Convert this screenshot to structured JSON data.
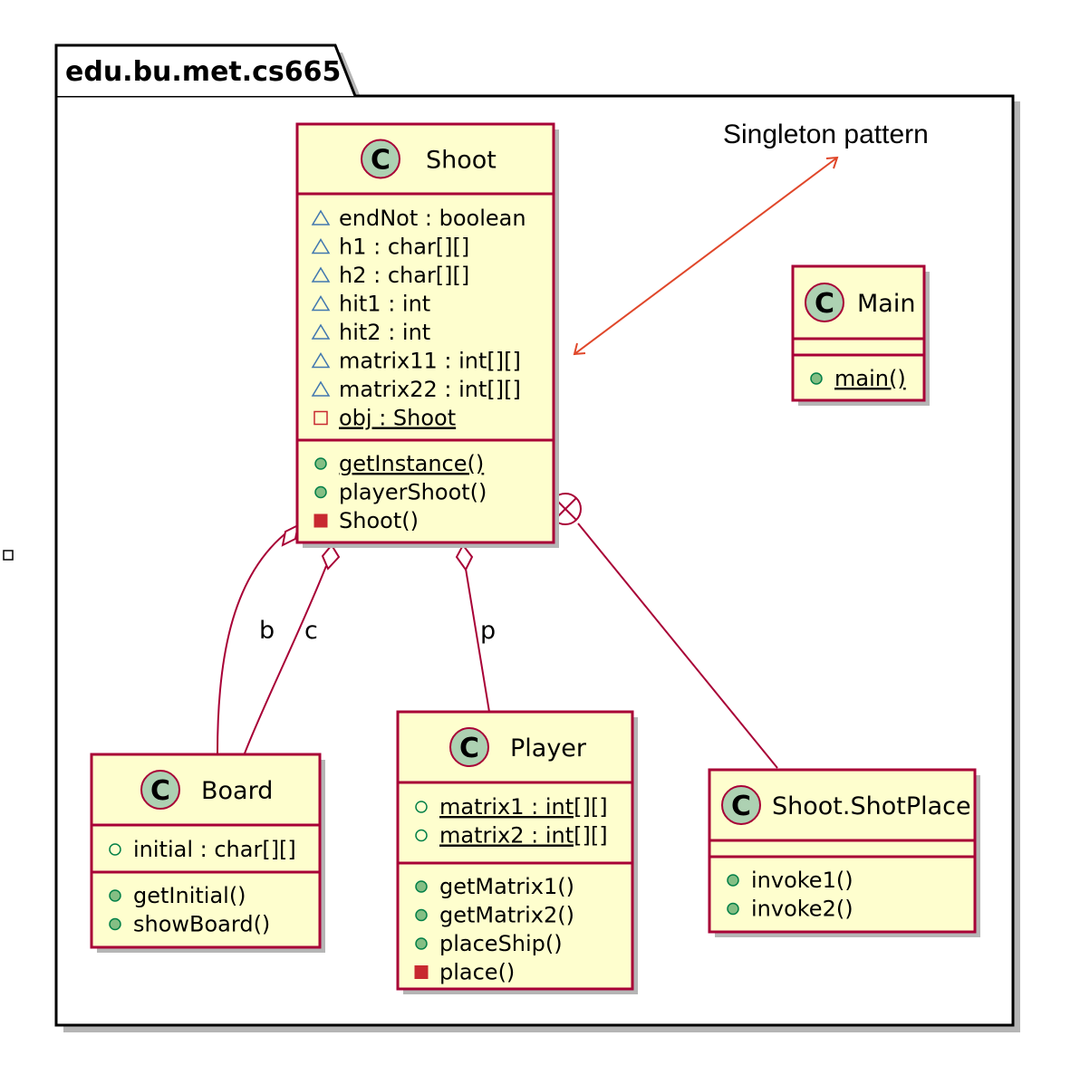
{
  "package": {
    "name": "edu.bu.met.cs665"
  },
  "note": {
    "text": "Singleton pattern"
  },
  "colors": {
    "class_fill": "#fefece",
    "class_border": "#a80036",
    "class_icon": "#add1b2",
    "note_arrow": "#e0472a",
    "public_icon": "#84be84",
    "private_icon": "#c82930",
    "package_icon": "#4177af"
  },
  "classes": [
    {
      "id": "shoot",
      "name": "Shoot",
      "attributes": [
        {
          "vis": "package",
          "text": "endNot : boolean",
          "static": false
        },
        {
          "vis": "package",
          "text": "h1 : char[][]",
          "static": false
        },
        {
          "vis": "package",
          "text": "h2 : char[][]",
          "static": false
        },
        {
          "vis": "package",
          "text": "hit1 : int",
          "static": false
        },
        {
          "vis": "package",
          "text": "hit2 : int",
          "static": false
        },
        {
          "vis": "package",
          "text": "matrix11 : int[][]",
          "static": false
        },
        {
          "vis": "package",
          "text": "matrix22 : int[][]",
          "static": false
        },
        {
          "vis": "private",
          "text": "obj : Shoot",
          "static": true
        }
      ],
      "methods": [
        {
          "vis": "public",
          "text": "getInstance()",
          "static": true
        },
        {
          "vis": "public",
          "text": "playerShoot()",
          "static": false
        },
        {
          "vis": "private",
          "text": "Shoot()",
          "static": false
        }
      ]
    },
    {
      "id": "main",
      "name": "Main",
      "attributes": [],
      "methods": [
        {
          "vis": "public",
          "text": "main()",
          "static": true
        }
      ]
    },
    {
      "id": "board",
      "name": "Board",
      "attributes": [
        {
          "vis": "public",
          "text": "initial : char[][]",
          "static": false
        }
      ],
      "methods": [
        {
          "vis": "public",
          "text": "getInitial()",
          "static": false
        },
        {
          "vis": "public",
          "text": "showBoard()",
          "static": false
        }
      ]
    },
    {
      "id": "player",
      "name": "Player",
      "attributes": [
        {
          "vis": "public",
          "text": "matrix1 : int[][]",
          "static": true
        },
        {
          "vis": "public",
          "text": "matrix2 : int[][]",
          "static": true
        }
      ],
      "methods": [
        {
          "vis": "public",
          "text": "getMatrix1()",
          "static": false
        },
        {
          "vis": "public",
          "text": "getMatrix2()",
          "static": false
        },
        {
          "vis": "public",
          "text": "placeShip()",
          "static": false
        },
        {
          "vis": "private",
          "text": "place()",
          "static": false
        }
      ]
    },
    {
      "id": "shotplace",
      "name": "Shoot.ShotPlace",
      "attributes": [],
      "methods": [
        {
          "vis": "public",
          "text": "invoke1()",
          "static": false
        },
        {
          "vis": "public",
          "text": "invoke2()",
          "static": false
        }
      ]
    }
  ],
  "relations": [
    {
      "id": "b",
      "label": "b",
      "from": "shoot",
      "to": "board",
      "kind": "aggregation"
    },
    {
      "id": "c",
      "label": "c",
      "from": "shoot",
      "to": "board",
      "kind": "aggregation"
    },
    {
      "id": "p",
      "label": "p",
      "from": "shoot",
      "to": "player",
      "kind": "aggregation"
    },
    {
      "id": "nested",
      "label": "",
      "from": "shoot",
      "to": "shotplace",
      "kind": "nested"
    }
  ]
}
